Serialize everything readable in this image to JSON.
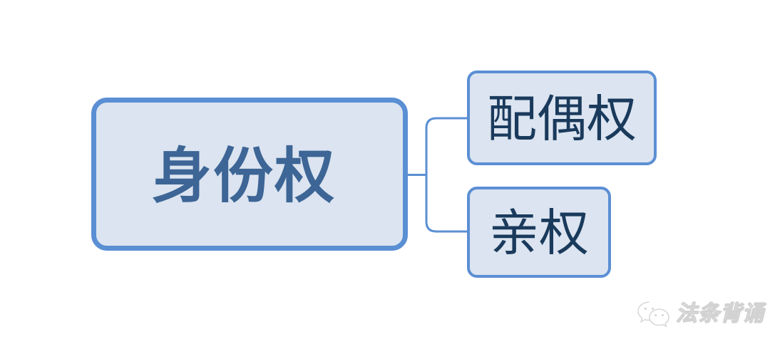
{
  "diagram": {
    "type": "mind-map",
    "background_color": "#ffffff",
    "root": {
      "label": "身份权",
      "fill_color": "#dbe4f0",
      "border_color": "#5b8fd4",
      "text_color": "#3d6596"
    },
    "children": [
      {
        "label": "配偶权",
        "fill_color": "#dbe4f0",
        "border_color": "#5b8fd4",
        "text_color": "#1a3a5c"
      },
      {
        "label": "亲权",
        "fill_color": "#dbe4f0",
        "border_color": "#5b8fd4",
        "text_color": "#1a3a5c"
      }
    ],
    "connector_color": "#5b8fd4"
  },
  "watermark": {
    "icon": "wechat-icon",
    "text": "法条背诵",
    "color": "#d8d8d8"
  }
}
